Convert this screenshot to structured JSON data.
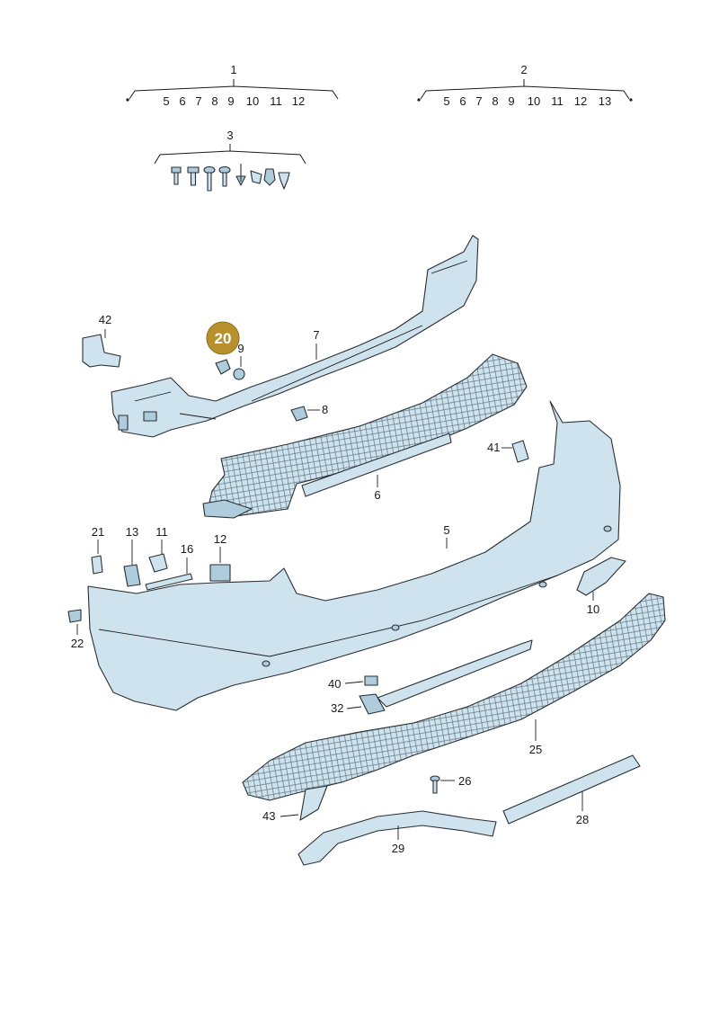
{
  "groups": [
    {
      "label": "1",
      "items": [
        "5",
        "6",
        "7",
        "8",
        "9",
        "10",
        "11",
        "12"
      ]
    },
    {
      "label": "2",
      "items": [
        "5",
        "6",
        "7",
        "8",
        "9",
        "10",
        "11",
        "12",
        "13"
      ]
    },
    {
      "label": "3",
      "items": []
    }
  ],
  "highlight": {
    "label": "20",
    "color": "#b8912f"
  },
  "callouts": {
    "c42": "42",
    "c9": "9",
    "c7": "7",
    "c8": "8",
    "c41": "41",
    "c6": "6",
    "c5": "5",
    "c21": "21",
    "c13": "13",
    "c11": "11",
    "c16": "16",
    "c12": "12",
    "c10": "10",
    "c22": "22",
    "c40": "40",
    "c32": "32",
    "c25": "25",
    "c26": "26",
    "c43": "43",
    "c29": "29",
    "c28": "28"
  },
  "colors": {
    "part_fill": "#cfe3ee",
    "outline": "#2a2f33"
  }
}
